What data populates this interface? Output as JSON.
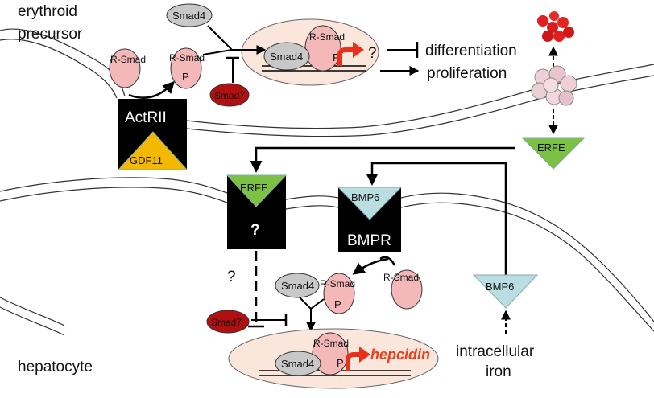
{
  "cells": {
    "erythroid_line1": "erythroid",
    "erythroid_line2": "precursor",
    "hepatocyte": "hepatocyte"
  },
  "outcomes": {
    "differentiation": "differentiation",
    "proliferation": "proliferation",
    "hepcidin": "hepcidin",
    "intracellular_line1": "intracellular",
    "intracellular_line2": "iron"
  },
  "receptors": {
    "actrii": "ActRII",
    "bmpr": "BMPR",
    "unknown": "?"
  },
  "ligands": {
    "gdf11": "GDF11",
    "erfe": "ERFE",
    "bmp6": "BMP6"
  },
  "signaling": {
    "smad4": "Smad4",
    "rsmad": "R-Smad",
    "p": "P",
    "smad7": "Smad7",
    "question": "?"
  },
  "colors": {
    "rsmad_fill": "#f4b8b8",
    "smad4_fill": "#c8c8c8",
    "smad7_fill": "#b01010",
    "nucleus_fill": "#fbe6dc",
    "erfe_fill": "#7cc242",
    "bmp6_fill": "#b9dde0",
    "gdf11_fill": "#f5b800",
    "receptor_fill": "#000000",
    "hepcidin_text": "#e8401c",
    "arrow_red": "#e8301c"
  }
}
